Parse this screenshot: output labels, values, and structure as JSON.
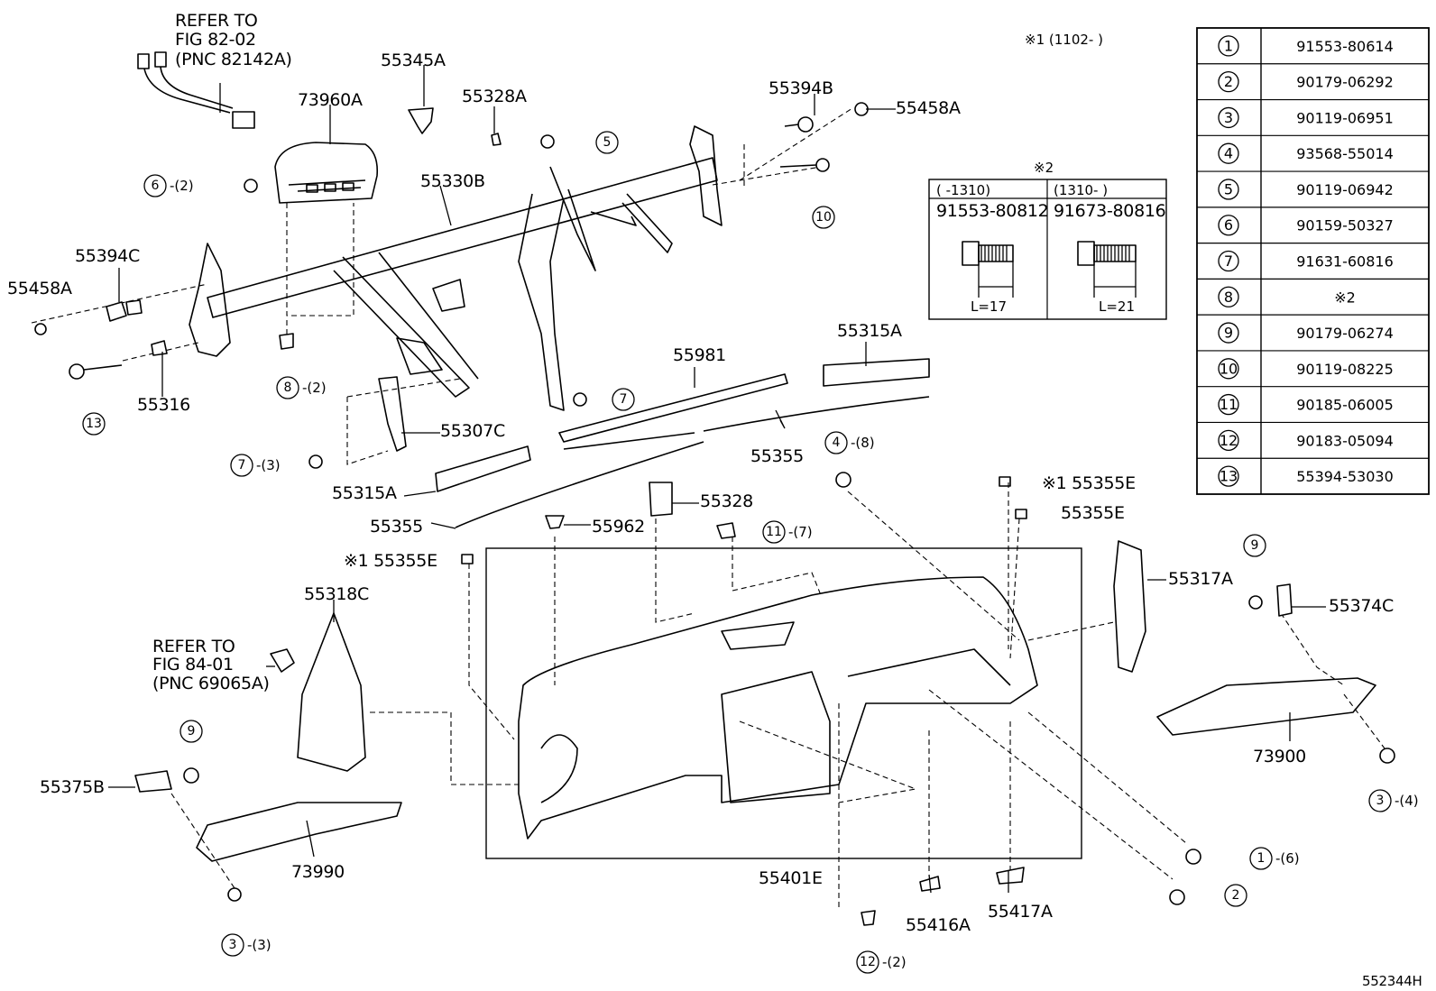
{
  "figure": {
    "code": "552344H"
  },
  "notes": {
    "note1": "※1 (1102-        )"
  },
  "legend": [
    {
      "num": "1",
      "part": "91553-80614"
    },
    {
      "num": "2",
      "part": "90179-06292"
    },
    {
      "num": "3",
      "part": "90119-06951"
    },
    {
      "num": "4",
      "part": "93568-55014"
    },
    {
      "num": "5",
      "part": "90119-06942"
    },
    {
      "num": "6",
      "part": "90159-50327"
    },
    {
      "num": "7",
      "part": "91631-60816"
    },
    {
      "num": "8",
      "part": "※2"
    },
    {
      "num": "9",
      "part": "90179-06274"
    },
    {
      "num": "10",
      "part": "90119-08225"
    },
    {
      "num": "11",
      "part": "90185-06005"
    },
    {
      "num": "12",
      "part": "90183-05094"
    },
    {
      "num": "13",
      "part": "55394-53030"
    }
  ],
  "bolt_table": {
    "title": "※2",
    "columns": [
      {
        "header": "(     -1310)",
        "part": "91553-80812",
        "length": "L=17"
      },
      {
        "header": "(1310-      )",
        "part": "91673-80816",
        "length": "L=21"
      }
    ]
  },
  "labels": [
    {
      "id": "refer-82-line1",
      "text": "REFER TO"
    },
    {
      "id": "refer-82-line2",
      "text": "FIG 82-02"
    },
    {
      "id": "refer-82-line3",
      "text": "(PNC 82142A)"
    },
    {
      "id": "55345A",
      "text": "55345A"
    },
    {
      "id": "73960A",
      "text": "73960A"
    },
    {
      "id": "55328A",
      "text": "55328A"
    },
    {
      "id": "55394B",
      "text": "55394B"
    },
    {
      "id": "55458A-right",
      "text": "55458A"
    },
    {
      "id": "55330B",
      "text": "55330B"
    },
    {
      "id": "55394C",
      "text": "55394C"
    },
    {
      "id": "55458A-left",
      "text": "55458A"
    },
    {
      "id": "55316",
      "text": "55316"
    },
    {
      "id": "55981",
      "text": "55981"
    },
    {
      "id": "55315A-right",
      "text": "55315A"
    },
    {
      "id": "55307C",
      "text": "55307C"
    },
    {
      "id": "55355-right",
      "text": "55355"
    },
    {
      "id": "55315A-left",
      "text": "55315A"
    },
    {
      "id": "55355-left",
      "text": "55355"
    },
    {
      "id": "55328",
      "text": "55328"
    },
    {
      "id": "55962",
      "text": "55962"
    },
    {
      "id": "55355E-1",
      "text": "※1 55355E"
    },
    {
      "id": "55355E-2",
      "text": "55355E"
    },
    {
      "id": "55355E-3",
      "text": "※1 55355E"
    },
    {
      "id": "55318C",
      "text": "55318C"
    },
    {
      "id": "55317A",
      "text": "55317A"
    },
    {
      "id": "55374C",
      "text": "55374C"
    },
    {
      "id": "refer-84-line1",
      "text": "REFER TO"
    },
    {
      "id": "refer-84-line2",
      "text": "FIG 84-01"
    },
    {
      "id": "refer-84-line3",
      "text": "(PNC 69065A)"
    },
    {
      "id": "73900",
      "text": "73900"
    },
    {
      "id": "55375B",
      "text": "55375B"
    },
    {
      "id": "73990",
      "text": "73990"
    },
    {
      "id": "55401E",
      "text": "55401E"
    },
    {
      "id": "55416A",
      "text": "55416A"
    },
    {
      "id": "55417A",
      "text": "55417A"
    }
  ],
  "callouts": [
    {
      "id": "c5",
      "num": "5",
      "qty": ""
    },
    {
      "id": "c6",
      "num": "6",
      "qty": "-(2)"
    },
    {
      "id": "c10",
      "num": "10",
      "qty": ""
    },
    {
      "id": "c8",
      "num": "8",
      "qty": "-(2)"
    },
    {
      "id": "c13",
      "num": "13",
      "qty": ""
    },
    {
      "id": "c7a",
      "num": "7",
      "qty": ""
    },
    {
      "id": "c7b",
      "num": "7",
      "qty": "-(3)"
    },
    {
      "id": "c4",
      "num": "4",
      "qty": "-(8)"
    },
    {
      "id": "c11",
      "num": "11",
      "qty": "-(7)"
    },
    {
      "id": "c9a",
      "num": "9",
      "qty": ""
    },
    {
      "id": "c9b",
      "num": "9",
      "qty": ""
    },
    {
      "id": "c3a",
      "num": "3",
      "qty": "-(4)"
    },
    {
      "id": "c1",
      "num": "1",
      "qty": "-(6)"
    },
    {
      "id": "c2",
      "num": "2",
      "qty": ""
    },
    {
      "id": "c3b",
      "num": "3",
      "qty": "-(3)"
    },
    {
      "id": "c12",
      "num": "12",
      "qty": "-(2)"
    }
  ]
}
